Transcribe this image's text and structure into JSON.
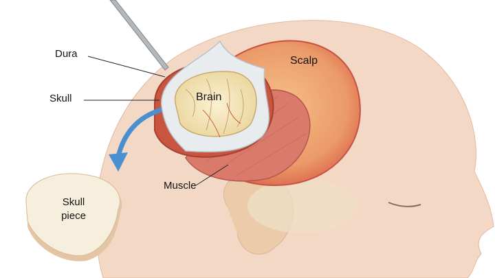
{
  "title": "Craniotomy illustration",
  "labels": {
    "dura": "Dura",
    "skull": "Skull",
    "brain": "Brain",
    "scalp": "Scalp",
    "muscle": "Muscle",
    "skull_piece_line1": "Skull",
    "skull_piece_line2": "piece"
  },
  "colors": {
    "skin": "#f3d3bf",
    "scalp": "#e98a5a",
    "muscle": "#d9786a",
    "brain": "#f2e3b8",
    "dura": "#e9ecee",
    "arrow": "#4a90d0"
  }
}
